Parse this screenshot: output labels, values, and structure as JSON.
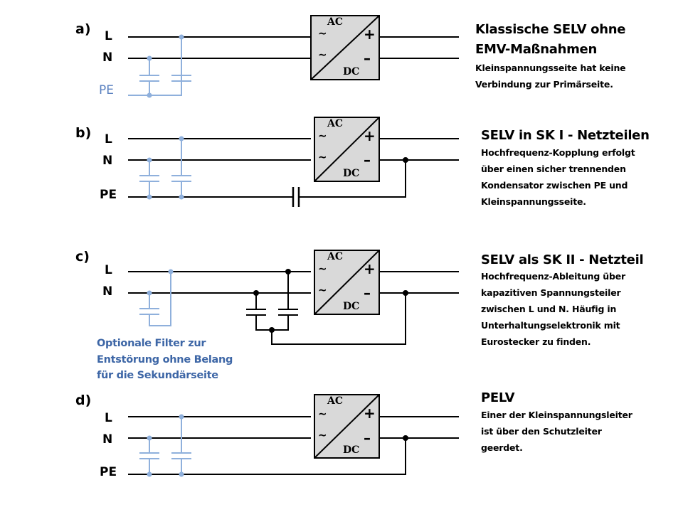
{
  "colors": {
    "wire": "#000000",
    "filter": "#8fb0dc",
    "filter_text": "#3d66a6",
    "box_fill": "#d9d9d9"
  },
  "converter": {
    "ac_label": "AC",
    "dc_label": "DC",
    "ac_symbol": "~",
    "plus": "+",
    "minus": "–"
  },
  "sections": [
    {
      "id": "a",
      "label": "a)",
      "lines": {
        "L": "L",
        "N": "N",
        "PE": "PE"
      },
      "title_lines": [
        "Klassische SELV ohne",
        "EMV-Maßnahmen"
      ],
      "description": [
        "Kleinspannungsseite hat keine",
        "Verbindung zur Primärseite."
      ]
    },
    {
      "id": "b",
      "label": "b)",
      "lines": {
        "L": "L",
        "N": "N",
        "PE": "PE"
      },
      "title_lines": [
        "SELV in SK I - Netzteilen"
      ],
      "description": [
        "Hochfrequenz-Kopplung erfolgt",
        "über einen sicher  trennenden",
        "Kondensator zwischen  PE und",
        "Kleinspannungsseite."
      ]
    },
    {
      "id": "c",
      "label": "c)",
      "lines": {
        "L": "L",
        "N": "N"
      },
      "title_lines": [
        "SELV als SK II - Netzteil"
      ],
      "description": [
        "Hochfrequenz-Ableitung über",
        "kapazitiven Spannungsteiler",
        "zwischen L und N. Häufig in",
        "Unterhaltungselektronik mit",
        "Eurostecker zu finden."
      ]
    },
    {
      "id": "d",
      "label": "d)",
      "lines": {
        "L": "L",
        "N": "N",
        "PE": "PE"
      },
      "title_lines": [
        "PELV"
      ],
      "description": [
        "Einer der Kleinspannungsleiter",
        "ist über den Schutzleiter",
        "geerdet."
      ]
    }
  ],
  "optional_filter_note": [
    "Optionale Filter zur",
    "Entstörung ohne Belang",
    "für die Sekundärseite"
  ]
}
